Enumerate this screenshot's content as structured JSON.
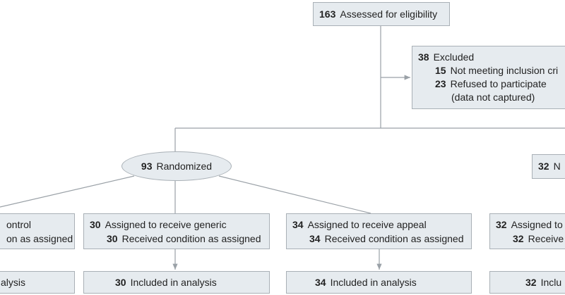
{
  "colors": {
    "box_fill": "#e6ebef",
    "box_border": "#a9b0b6",
    "line": "#9aa1a7"
  },
  "assessed": {
    "n": "163",
    "label": "Assessed for eligibility"
  },
  "excluded": {
    "n": "38",
    "label": "Excluded",
    "items": [
      {
        "n": "15",
        "label": "Not meeting inclusion cri"
      },
      {
        "n": "23",
        "label": "Refused to participate"
      }
    ],
    "note": "(data not captured)"
  },
  "randomized": {
    "n": "93",
    "label": "Randomized"
  },
  "right_partial": {
    "n": "32",
    "label": "N"
  },
  "arms": [
    {
      "line1": "ontrol",
      "line2": "on as assigned",
      "analysis": "alysis"
    },
    {
      "n": "30",
      "assigned": "Assigned to receive generic",
      "n2": "30",
      "received": "Received condition as assigned",
      "n3": "30",
      "analysis": "Included in analysis"
    },
    {
      "n": "34",
      "assigned": "Assigned to receive appeal",
      "n2": "34",
      "received": "Received condition as assigned",
      "n3": "34",
      "analysis": "Included in analysis"
    },
    {
      "n": "32",
      "assigned": "Assigned to",
      "n2": "32",
      "received": "Receive",
      "n3": "32",
      "analysis": "Inclu"
    }
  ]
}
